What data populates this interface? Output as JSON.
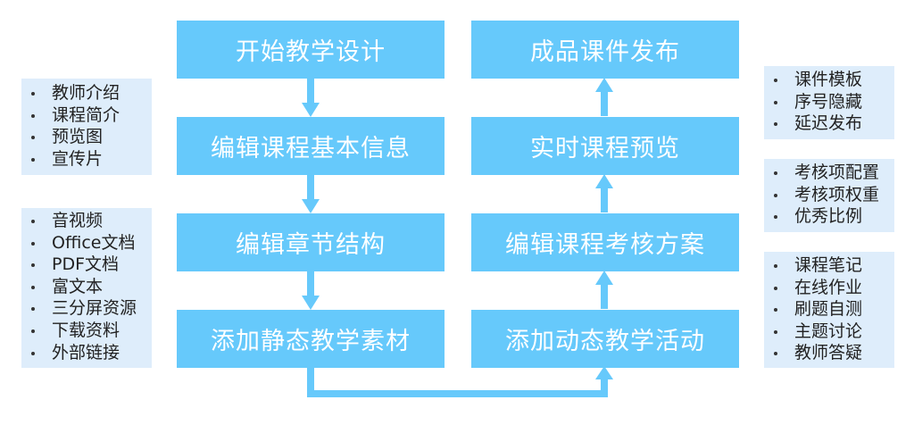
{
  "colors": {
    "box_fill": "#66c9fb",
    "box_text": "#ffffff",
    "panel_fill": "#deedfb",
    "arrow": "#66c9fb"
  },
  "left_column": [
    {
      "id": "start",
      "label": "开始教学设计"
    },
    {
      "id": "edit_basic",
      "label": "编辑课程基本信息"
    },
    {
      "id": "edit_chapters",
      "label": "编辑章节结构"
    },
    {
      "id": "add_static",
      "label": "添加静态教学素材"
    }
  ],
  "right_column": [
    {
      "id": "publish",
      "label": "成品课件发布"
    },
    {
      "id": "preview",
      "label": "实时课程预览"
    },
    {
      "id": "assessment",
      "label": "编辑课程考核方案"
    },
    {
      "id": "add_dynamic",
      "label": "添加动态教学活动"
    }
  ],
  "left_notes": [
    {
      "items": [
        "教师介绍",
        "课程简介",
        "预览图",
        "宣传片"
      ]
    },
    {
      "items": [
        "音视频",
        "Office文档",
        "PDF文档",
        "富文本",
        "三分屏资源",
        "下载资料",
        "外部链接"
      ]
    }
  ],
  "right_notes": [
    {
      "items": [
        "课件模板",
        "序号隐藏",
        "延迟发布"
      ]
    },
    {
      "items": [
        "考核项配置",
        "考核项权重",
        "优秀比例"
      ]
    },
    {
      "items": [
        "课程笔记",
        "在线作业",
        "刷题自测",
        "主题讨论",
        "教师答疑"
      ]
    }
  ]
}
